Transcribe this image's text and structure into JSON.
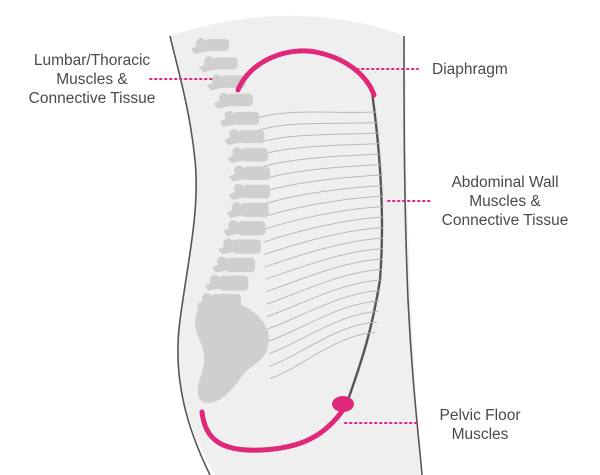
{
  "labels": {
    "lumbar": [
      "Lumbar/Thoracic",
      "Muscles &",
      "Connective Tissue"
    ],
    "diaphragm": "Diaphragm",
    "abdominal": [
      "Abdominal Wall",
      "Muscles &",
      "Connective Tissue"
    ],
    "pelvic": [
      "Pelvic Floor",
      "Muscles"
    ]
  },
  "colors": {
    "accent": "#e0287a",
    "body_fill": "#efefef",
    "outline": "#555555",
    "spine": "#cfcfcf",
    "fiber": "#b8b8b8",
    "text": "#4a4a4a"
  }
}
